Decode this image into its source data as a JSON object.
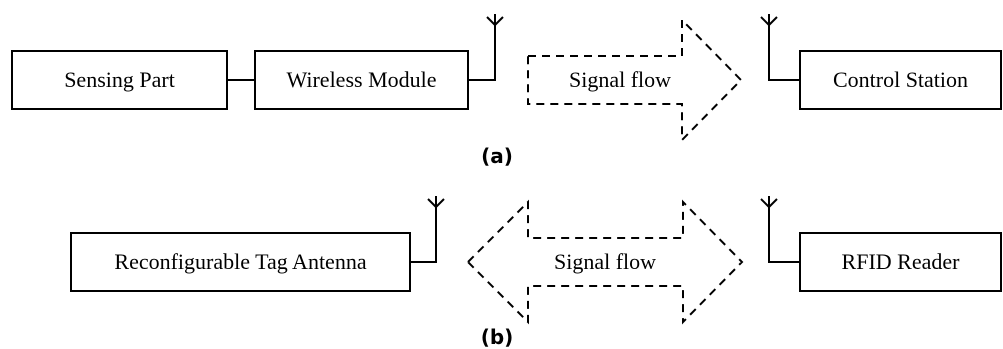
{
  "panel_a": {
    "boxes": {
      "sensing_part": "Sensing Part",
      "wireless_module": "Wireless Module",
      "control_station": "Control Station"
    },
    "arrow_label": "Signal flow",
    "caption": "(a)"
  },
  "panel_b": {
    "boxes": {
      "tag_antenna": "Reconfigurable Tag Antenna",
      "rfid_reader": "RFID Reader"
    },
    "arrow_label": "Signal flow",
    "caption": "(b)"
  }
}
